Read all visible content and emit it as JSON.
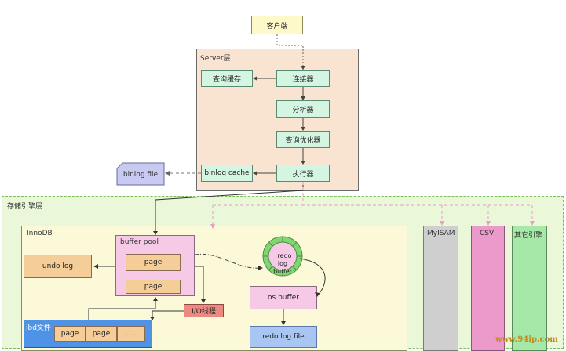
{
  "client": "客户端",
  "server": {
    "title": "Server层",
    "query_cache": "查询缓存",
    "connector": "连接器",
    "analyzer": "分析器",
    "optimizer": "查询优化器",
    "executor": "执行器",
    "binlog_cache": "binlog cache"
  },
  "binlog_file": "binlog file",
  "storage": {
    "title": "存储引擎层",
    "innodb": {
      "title": "InnoDB",
      "buffer_pool": "buffer pool",
      "page1": "page",
      "page2": "page",
      "undo_log": "undo log",
      "redo_log_buffer": "redo\nlog\nbuffer",
      "os_buffer": "os buffer",
      "io_thread": "I/O线程",
      "ibd_file": "ibd文件",
      "ibd_pages": [
        "page",
        "page",
        "......"
      ],
      "redo_log_file": "redo log file"
    },
    "engines": [
      "MyISAM",
      "CSV",
      "其它引擎"
    ]
  },
  "watermark": "www.94ip.com"
}
